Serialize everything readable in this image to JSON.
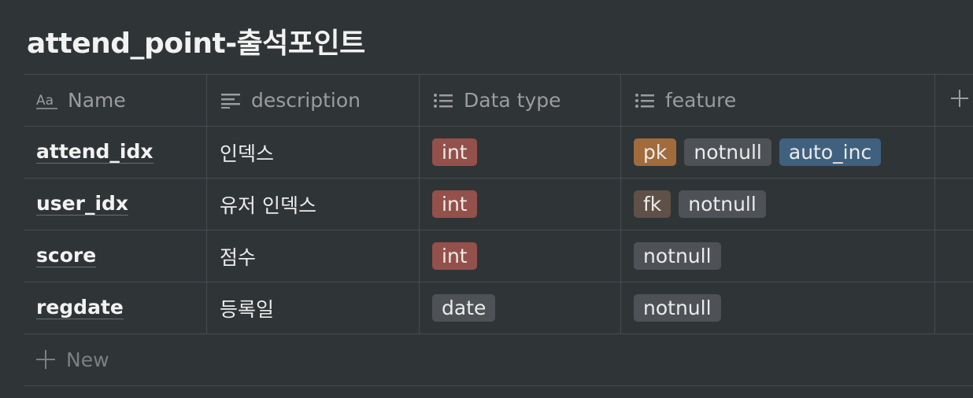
{
  "page": {
    "title": "attend_point-출석포인트"
  },
  "table": {
    "columns": [
      {
        "label": "Name",
        "icon": "text-aa-icon"
      },
      {
        "label": "description",
        "icon": "text-lines-icon"
      },
      {
        "label": "Data type",
        "icon": "list-icon"
      },
      {
        "label": "feature",
        "icon": "list-icon"
      }
    ],
    "add_column_icon": "plus-icon",
    "rows": [
      {
        "name": "attend_idx",
        "description": "인덱스",
        "data_type": "int",
        "features": [
          "pk",
          "notnull",
          "auto_inc"
        ]
      },
      {
        "name": "user_idx",
        "description": "유저 인덱스",
        "data_type": "int",
        "features": [
          "fk",
          "notnull"
        ]
      },
      {
        "name": "score",
        "description": "점수",
        "data_type": "int",
        "features": [
          "notnull"
        ]
      },
      {
        "name": "regdate",
        "description": "등록일",
        "data_type": "date",
        "features": [
          "notnull"
        ]
      }
    ],
    "new_label": "New"
  },
  "colors": {
    "background": "#2f3437",
    "tag_int": "#94504a",
    "tag_gray": "#4e5257",
    "tag_pk": "#a16b3c",
    "tag_auto_inc": "#3f617f",
    "tag_fk": "#5f5148"
  }
}
